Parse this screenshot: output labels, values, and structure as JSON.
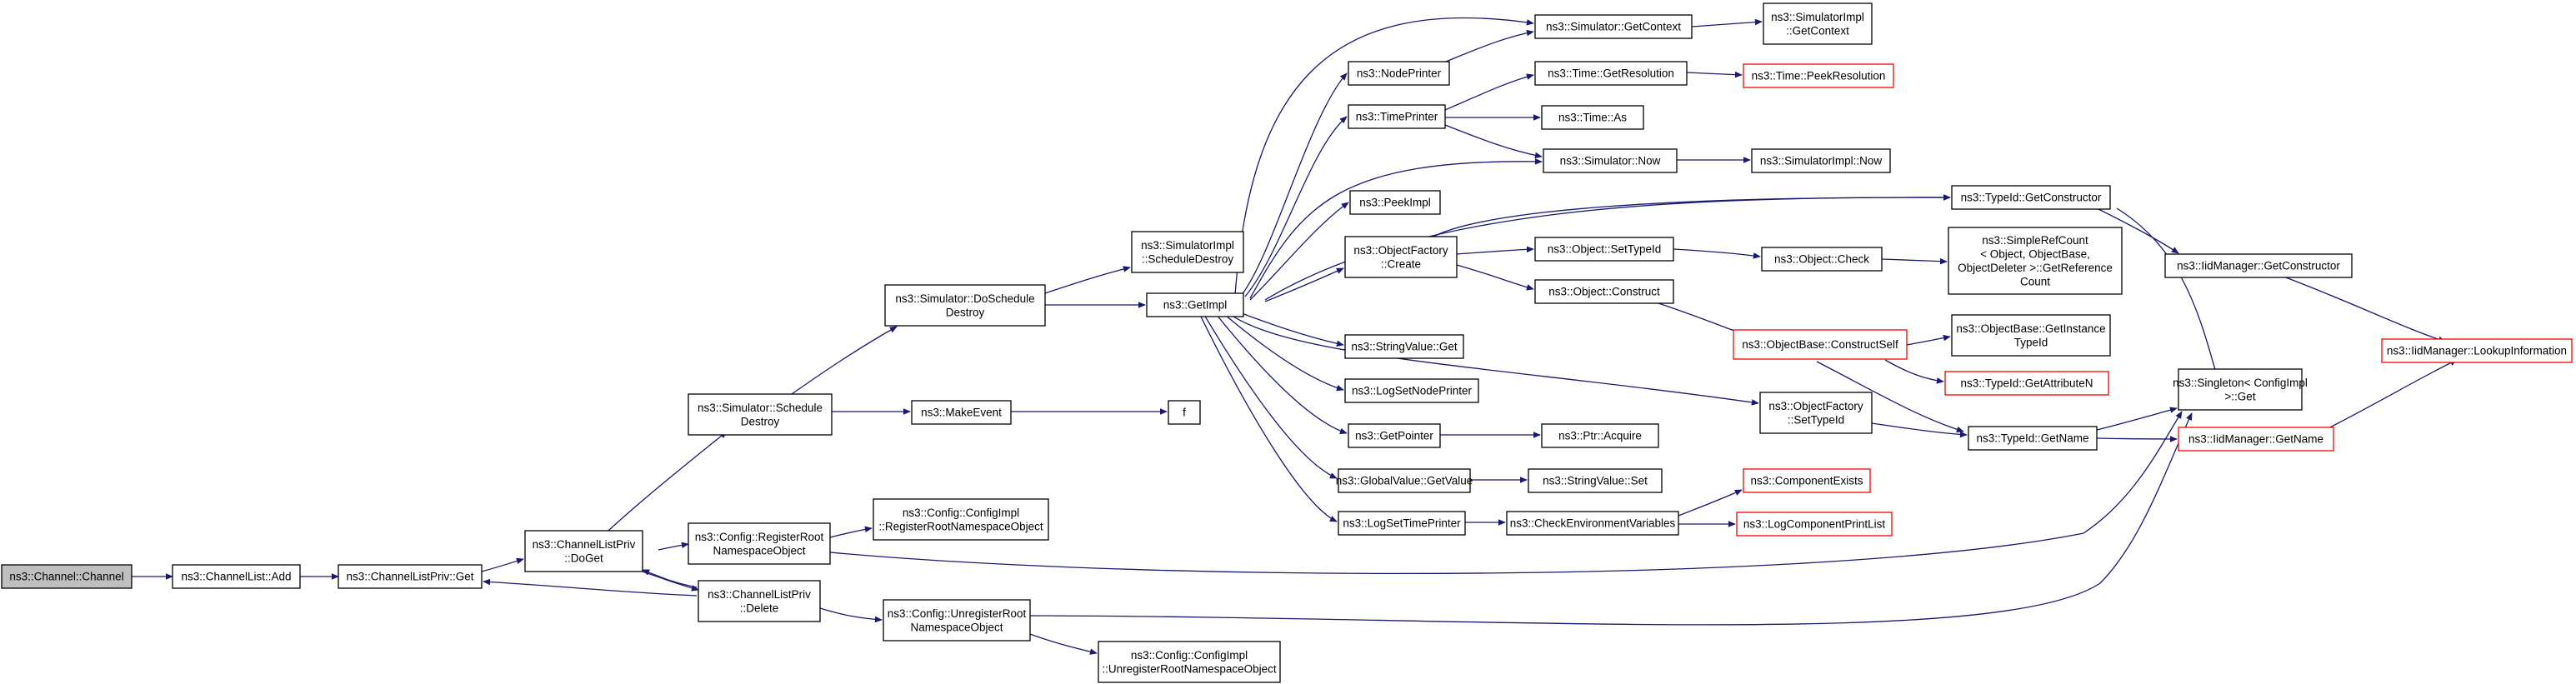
{
  "colors": {
    "edge": "#191970",
    "node_border": "#000000",
    "node_fill": "#ffffff",
    "focus_fill": "#bfbfbf",
    "external_border": "#ff0000"
  },
  "nodes": [
    {
      "id": "channel_ctor",
      "lines": [
        "ns3::Channel::Channel"
      ],
      "kind": "focus"
    },
    {
      "id": "channellist_add",
      "lines": [
        "ns3::ChannelList::Add"
      ],
      "kind": "normal"
    },
    {
      "id": "chlpriv_get",
      "lines": [
        "ns3::ChannelListPriv::Get"
      ],
      "kind": "normal"
    },
    {
      "id": "chlpriv_doget",
      "lines": [
        "ns3::ChannelListPriv",
        "::DoGet"
      ],
      "kind": "normal"
    },
    {
      "id": "chlpriv_delete",
      "lines": [
        "ns3::ChannelListPriv",
        "::Delete"
      ],
      "kind": "normal"
    },
    {
      "id": "sim_schedule_destroy",
      "lines": [
        "ns3::Simulator::Schedule",
        "Destroy"
      ],
      "kind": "normal"
    },
    {
      "id": "cfg_register_root",
      "lines": [
        "ns3::Config::RegisterRoot",
        "NamespaceObject"
      ],
      "kind": "normal"
    },
    {
      "id": "cfg_unregister_root",
      "lines": [
        "ns3::Config::UnregisterRoot",
        "NamespaceObject"
      ],
      "kind": "normal"
    },
    {
      "id": "cfgimpl_register",
      "lines": [
        "ns3::Config::ConfigImpl",
        "::RegisterRootNamespaceObject"
      ],
      "kind": "normal"
    },
    {
      "id": "cfgimpl_unregister",
      "lines": [
        "ns3::Config::ConfigImpl",
        "::UnregisterRootNamespaceObject"
      ],
      "kind": "normal"
    },
    {
      "id": "sim_doschedule_destroy",
      "lines": [
        "ns3::Simulator::DoSchedule",
        "Destroy"
      ],
      "kind": "normal"
    },
    {
      "id": "make_event",
      "lines": [
        "ns3::MakeEvent"
      ],
      "kind": "normal"
    },
    {
      "id": "f",
      "lines": [
        "f"
      ],
      "kind": "normal"
    },
    {
      "id": "simimpl_schedule_destroy",
      "lines": [
        "ns3::SimulatorImpl",
        "::ScheduleDestroy"
      ],
      "kind": "normal"
    },
    {
      "id": "getimpl",
      "lines": [
        "ns3::GetImpl"
      ],
      "kind": "normal"
    },
    {
      "id": "nodeprinter",
      "lines": [
        "ns3::NodePrinter"
      ],
      "kind": "normal"
    },
    {
      "id": "timeprinter",
      "lines": [
        "ns3::TimePrinter"
      ],
      "kind": "normal"
    },
    {
      "id": "peekimpl",
      "lines": [
        "ns3::PeekImpl"
      ],
      "kind": "normal"
    },
    {
      "id": "objfactory_create",
      "lines": [
        "ns3::ObjectFactory",
        "::Create"
      ],
      "kind": "normal"
    },
    {
      "id": "stringvalue_get",
      "lines": [
        "ns3::StringValue::Get"
      ],
      "kind": "normal"
    },
    {
      "id": "logsetnodeprinter",
      "lines": [
        "ns3::LogSetNodePrinter"
      ],
      "kind": "normal"
    },
    {
      "id": "getpointer",
      "lines": [
        "ns3::GetPointer"
      ],
      "kind": "normal"
    },
    {
      "id": "globalvalue_getvalue",
      "lines": [
        "ns3::GlobalValue::GetValue"
      ],
      "kind": "normal"
    },
    {
      "id": "logsettimeprinter",
      "lines": [
        "ns3::LogSetTimePrinter"
      ],
      "kind": "normal"
    },
    {
      "id": "sim_getcontext",
      "lines": [
        "ns3::Simulator::GetContext"
      ],
      "kind": "normal"
    },
    {
      "id": "simimpl_getcontext",
      "lines": [
        "ns3::SimulatorImpl",
        "::GetContext"
      ],
      "kind": "normal"
    },
    {
      "id": "time_getresolution",
      "lines": [
        "ns3::Time::GetResolution"
      ],
      "kind": "normal"
    },
    {
      "id": "time_peekresolution",
      "lines": [
        "ns3::Time::PeekResolution"
      ],
      "kind": "external"
    },
    {
      "id": "time_as",
      "lines": [
        "ns3::Time::As"
      ],
      "kind": "normal"
    },
    {
      "id": "sim_now",
      "lines": [
        "ns3::Simulator::Now"
      ],
      "kind": "normal"
    },
    {
      "id": "simimpl_now",
      "lines": [
        "ns3::SimulatorImpl::Now"
      ],
      "kind": "normal"
    },
    {
      "id": "object_settypeid",
      "lines": [
        "ns3::Object::SetTypeId"
      ],
      "kind": "normal"
    },
    {
      "id": "object_construct",
      "lines": [
        "ns3::Object::Construct"
      ],
      "kind": "normal"
    },
    {
      "id": "object_check",
      "lines": [
        "ns3::Object::Check"
      ],
      "kind": "normal"
    },
    {
      "id": "simplerefcount",
      "lines": [
        "ns3::SimpleRefCount",
        "< Object, ObjectBase,",
        "ObjectDeleter >::GetReference",
        "Count"
      ],
      "kind": "normal"
    },
    {
      "id": "objectbase_constructself",
      "lines": [
        "ns3::ObjectBase::ConstructSelf"
      ],
      "kind": "external"
    },
    {
      "id": "objectbase_getinstancetypeid",
      "lines": [
        "ns3::ObjectBase::GetInstance",
        "TypeId"
      ],
      "kind": "normal"
    },
    {
      "id": "typeid_getattributen",
      "lines": [
        "ns3::TypeId::GetAttributeN"
      ],
      "kind": "external"
    },
    {
      "id": "typeid_getname",
      "lines": [
        "ns3::TypeId::GetName"
      ],
      "kind": "normal"
    },
    {
      "id": "typeid_getconstructor",
      "lines": [
        "ns3::TypeId::GetConstructor"
      ],
      "kind": "normal"
    },
    {
      "id": "iidmanager_getconstructor",
      "lines": [
        "ns3::IidManager::GetConstructor"
      ],
      "kind": "normal"
    },
    {
      "id": "iidmanager_lookupinformation",
      "lines": [
        "ns3::IidManager::LookupInformation"
      ],
      "kind": "external"
    },
    {
      "id": "singleton_get",
      "lines": [
        "ns3::Singleton< ConfigImpl",
        ">::Get"
      ],
      "kind": "normal"
    },
    {
      "id": "iidmanager_getname",
      "lines": [
        "ns3::IidManager::GetName"
      ],
      "kind": "external"
    },
    {
      "id": "objfactory_settypeid",
      "lines": [
        "ns3::ObjectFactory",
        "::SetTypeId"
      ],
      "kind": "normal"
    },
    {
      "id": "ptr_acquire",
      "lines": [
        "ns3::Ptr::Acquire"
      ],
      "kind": "normal"
    },
    {
      "id": "stringvalue_set",
      "lines": [
        "ns3::StringValue::Set"
      ],
      "kind": "normal"
    },
    {
      "id": "checkenvvars",
      "lines": [
        "ns3::CheckEnvironmentVariables"
      ],
      "kind": "normal"
    },
    {
      "id": "componentexists",
      "lines": [
        "ns3::ComponentExists"
      ],
      "kind": "external"
    },
    {
      "id": "logcomponentprintlist",
      "lines": [
        "ns3::LogComponentPrintList"
      ],
      "kind": "external"
    }
  ]
}
